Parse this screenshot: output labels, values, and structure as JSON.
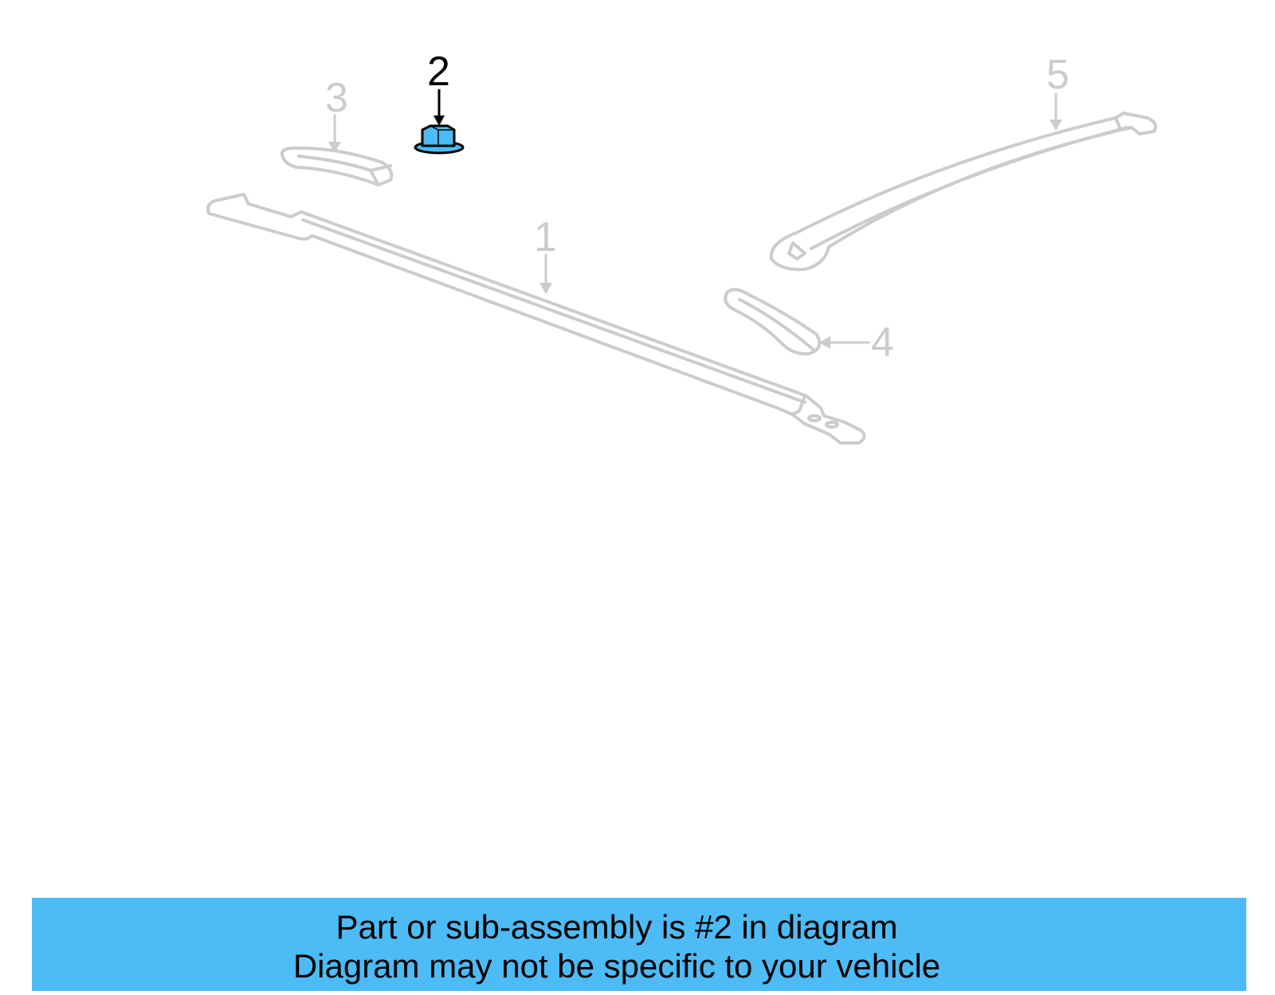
{
  "diagram": {
    "highlighted_part": "2",
    "callouts": [
      {
        "number": "1",
        "label": "1",
        "state": "dim"
      },
      {
        "number": "2",
        "label": "2",
        "state": "highlighted"
      },
      {
        "number": "3",
        "label": "3",
        "state": "dim"
      },
      {
        "number": "4",
        "label": "4",
        "state": "dim"
      },
      {
        "number": "5",
        "label": "5",
        "state": "dim"
      }
    ],
    "colors": {
      "dim_line": "#cccccc",
      "highlight_fill": "#4dbbf5",
      "highlight_outline": "#000000"
    }
  },
  "banner": {
    "line1": "Part or sub-assembly is #2 in diagram",
    "line2": "Diagram may not be specific to your vehicle",
    "background": "#4dbbf5"
  }
}
